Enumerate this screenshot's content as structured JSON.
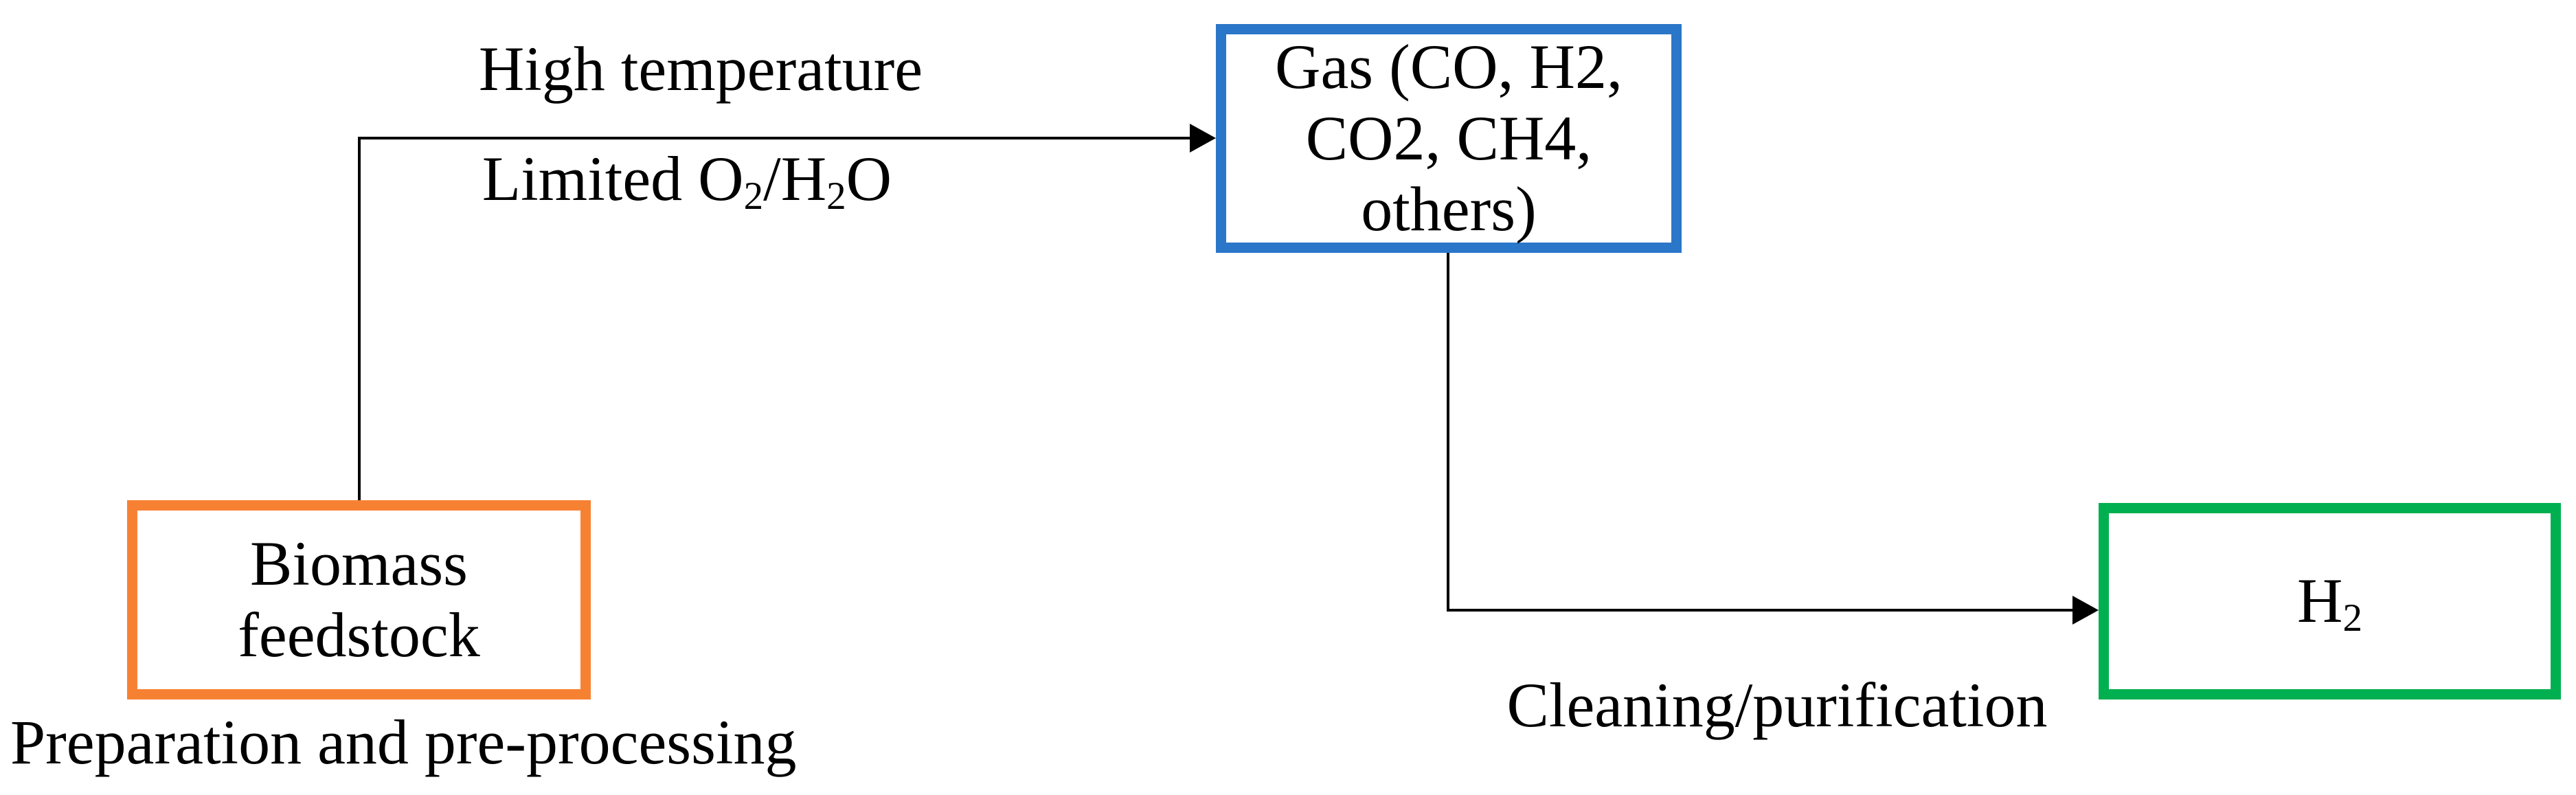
{
  "diagram": {
    "background_color": "#ffffff",
    "line_color": "#000000",
    "nodes": {
      "biomass": {
        "lines": [
          "Biomass",
          "feedstock"
        ],
        "border_color": "#F78132"
      },
      "gas": {
        "lines": [
          "Gas (CO, H2,",
          "CO2, CH4,",
          "others)"
        ],
        "border_color": "#2A76C9"
      },
      "h2": {
        "base": "H",
        "subscript": "2",
        "border_color": "#00B050"
      }
    },
    "edge_labels": {
      "high_temperature": "High temperature",
      "limited_oxygen": {
        "pre": "Limited O",
        "sub1": "2",
        "mid": "/H",
        "sub2": "2",
        "post": "O"
      },
      "preparation": "Preparation and pre-processing",
      "cleaning": "Cleaning/purification"
    }
  }
}
